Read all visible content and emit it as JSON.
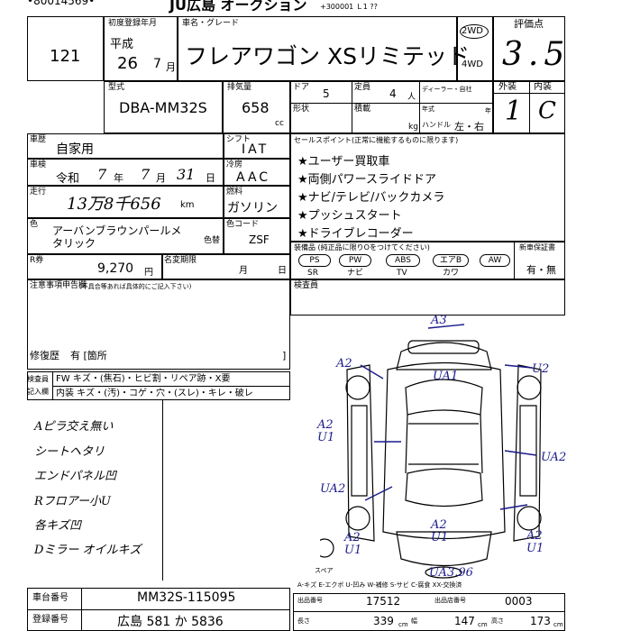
{
  "header": {
    "top_phone": "•80014569•",
    "top_title": "JU広島 オークション",
    "top_small": "+300001 Ｌ1 ??"
  },
  "lot": {
    "number": "121"
  },
  "registration": {
    "label": "初度登録年月",
    "era": "平成",
    "year": "26",
    "month": "7",
    "month_unit": "月"
  },
  "vehicle": {
    "name_label": "車名・グレード",
    "name": "フレアワゴン XSリミテッド",
    "drive_2wd": "2WD",
    "drive_4wd": "4WD"
  },
  "rating": {
    "label": "評価点",
    "score": "3.5",
    "exterior_label": "外装",
    "interior_label": "内装",
    "exterior": "1",
    "interior": "C"
  },
  "model": {
    "label": "型式",
    "value": "DBA-MM32S"
  },
  "displacement": {
    "label": "排気量",
    "value": "658",
    "unit": "cc"
  },
  "doors": {
    "label": "ドア",
    "value": "5"
  },
  "capacity": {
    "label": "定員",
    "value": "4",
    "unit": "人"
  },
  "dealer_label": "ディーラー・自社",
  "dealer_year_label": "年式",
  "dealer_year_unit": "年",
  "shape_label": "形状",
  "loading_label": "積載",
  "loading_unit": "kg",
  "handle": {
    "label": "ハンドル",
    "value": "左・右"
  },
  "usage": {
    "label": "車歴",
    "value": "自家用"
  },
  "inspection": {
    "label": "車検",
    "era": "令和",
    "year": "7",
    "month": "7",
    "day": "31",
    "year_unit": "年",
    "month_unit": "月",
    "day_unit": "日"
  },
  "mileage": {
    "label": "走行",
    "value": "13万8千656",
    "unit": "km"
  },
  "shift": {
    "label": "シフト",
    "value": "IAT"
  },
  "aircon": {
    "label": "冷房",
    "value": "AAC"
  },
  "fuel": {
    "label": "燃料",
    "value": "ガソリン"
  },
  "color": {
    "label": "色",
    "value": "アーバンブラウンパールメタリック",
    "change_label": "色替",
    "code_label": "色コード",
    "code": "ZSF"
  },
  "recycle": {
    "label": "R券",
    "value": "9,270",
    "unit": "円"
  },
  "auto_tax": {
    "label": "名変期限",
    "unit": "月",
    "day_unit": "日"
  },
  "sales_points": {
    "label": "セールスポイント(正常に機能するものに限ります)",
    "items": [
      "★ユーザー買取車",
      "★両側パワースライドドア",
      "★ナビ/テレビ/バックカメラ",
      "★プッシュスタート",
      "★ドライブレコーダー"
    ]
  },
  "equipment": {
    "label": "装備品 (純正品に限りOをつけてください)",
    "new_car_label": "新車保証書",
    "new_car_value": "有・無",
    "items": [
      {
        "top": "PS",
        "bottom": "SR"
      },
      {
        "top": "PW",
        "bottom": "ナビ"
      },
      {
        "top": "ABS",
        "bottom": "TV"
      },
      {
        "top": "エアB",
        "bottom": "カワ"
      },
      {
        "top": "AW",
        "bottom": ""
      }
    ]
  },
  "notes_label": "注意事項申告欄",
  "notes_small": "(不具合等あれば具体的にご記入下さい)",
  "remarks_label": "検査員",
  "repair_label": "修復歴",
  "repair_value": "有 [箇所",
  "repair_close": "]",
  "inspector_rows": {
    "label1": "検査員",
    "label2": "記入欄",
    "row1": "FW キズ・(焦石)・ヒビ割・リペア跡・X要",
    "row2": "内装 キズ・(汚)・コゲ・穴・(スレ)・キレ・破レ"
  },
  "handwritten_notes": [
    "Aピラ交え無い",
    "シートヘタリ",
    "エンドパネル凹",
    "Rフロアー小U",
    "各キズ凹",
    "Dミラー オイルキズ"
  ],
  "diagram_marks": [
    "A3",
    "A2",
    "UA1",
    "U2",
    "A2 U1",
    "UA2",
    "UA2",
    "A2 U1",
    "A2 U1",
    "A2 U1",
    "UA3.96"
  ],
  "diagram_label": "スペア",
  "legend": "A-キズ E-エクボ U-凹み W-補修 S-サビ C-腐食 XX-交換済",
  "chassis": {
    "label": "車台番号",
    "value": "MM32S-115095"
  },
  "plate": {
    "label": "登録番号",
    "value": "広島 581 か 5836"
  },
  "dims": {
    "auction_no_label": "出品番号",
    "auction_no": "17512",
    "other_label": "出品店番号",
    "other_no": "0003",
    "length_label": "長さ",
    "length": "339",
    "width_label": "幅",
    "width": "147",
    "height_label": "高さ",
    "height": "173",
    "unit": "cm"
  }
}
